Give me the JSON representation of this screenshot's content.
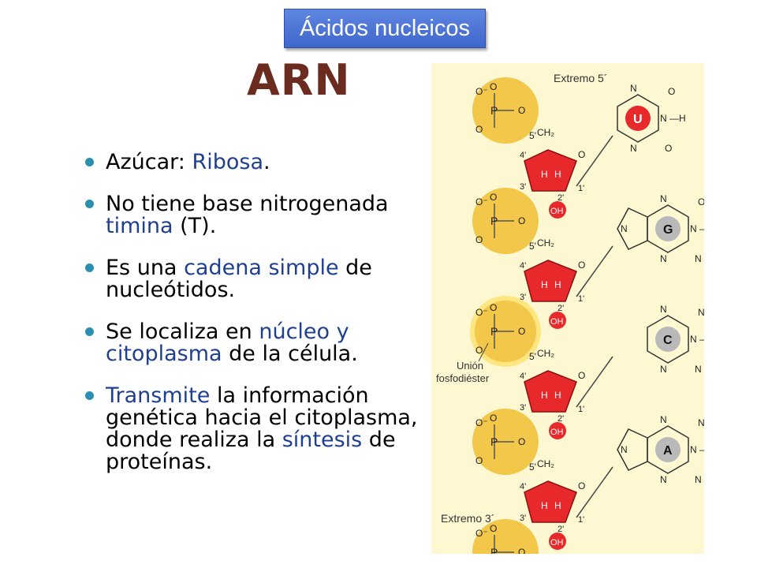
{
  "tag": "Ácidos nucleicos",
  "title": "ARN",
  "bullets": [
    {
      "parts": [
        {
          "t": "Azúcar: ",
          "hl": false
        },
        {
          "t": "Ribosa",
          "hl": true
        },
        {
          "t": ".",
          "hl": false
        }
      ]
    },
    {
      "parts": [
        {
          "t": "No tiene base nitrogenada ",
          "hl": false
        },
        {
          "t": "timina",
          "hl": true
        },
        {
          "t": " (T).",
          "hl": false
        }
      ]
    },
    {
      "parts": [
        {
          "t": "Es una ",
          "hl": false
        },
        {
          "t": "cadena simple",
          "hl": true
        },
        {
          "t": " de nucleótidos.",
          "hl": false
        }
      ]
    },
    {
      "parts": [
        {
          "t": "Se localiza en ",
          "hl": false
        },
        {
          "t": "núcleo y citoplasma",
          "hl": true
        },
        {
          "t": " de la célula.",
          "hl": false
        }
      ]
    },
    {
      "parts": [
        {
          "t": "Transmite",
          "hl": true
        },
        {
          "t": " la información genética hacia el citoplasma, donde realiza la ",
          "hl": false
        },
        {
          "t": "síntesis",
          "hl": true
        },
        {
          "t": " de proteínas.",
          "hl": false
        }
      ]
    }
  ],
  "diagram": {
    "top_label": "Extremo 5´",
    "bottom_label": "Extremo 3´",
    "bond_label_1": "Unión",
    "bond_label_2": "fosfodiéster",
    "bases": [
      "U",
      "G",
      "C",
      "A"
    ],
    "colors": {
      "phosphate": "#f2c74a",
      "sugar": "#e8292b",
      "base": "#b9b9b9",
      "uracil": "#e8292b",
      "oh": "#e8292b",
      "background": "#fdf7d2"
    }
  }
}
